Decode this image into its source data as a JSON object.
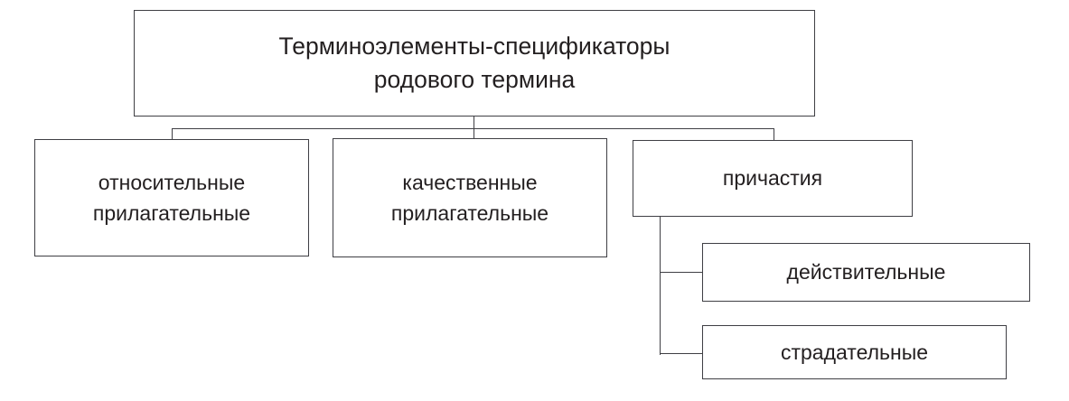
{
  "diagram": {
    "type": "tree",
    "orientation": "top-down",
    "colors": {
      "background": "#ffffff",
      "box_border": "#3f3f44",
      "connector": "#3f3f44",
      "text": "#231f20"
    },
    "root": {
      "id": "root",
      "label": "Терминоэлементы-спецификаторы\nродового термина"
    },
    "level2": [
      {
        "id": "relative",
        "label": "относительные\nприлагательные"
      },
      {
        "id": "qualitative",
        "label": "качественные\nприлагательные"
      },
      {
        "id": "participles",
        "label": "причастия"
      }
    ],
    "level3": [
      {
        "id": "active",
        "label": "действительные",
        "parent": "participles"
      },
      {
        "id": "passive",
        "label": "страдательные",
        "parent": "participles"
      }
    ]
  }
}
